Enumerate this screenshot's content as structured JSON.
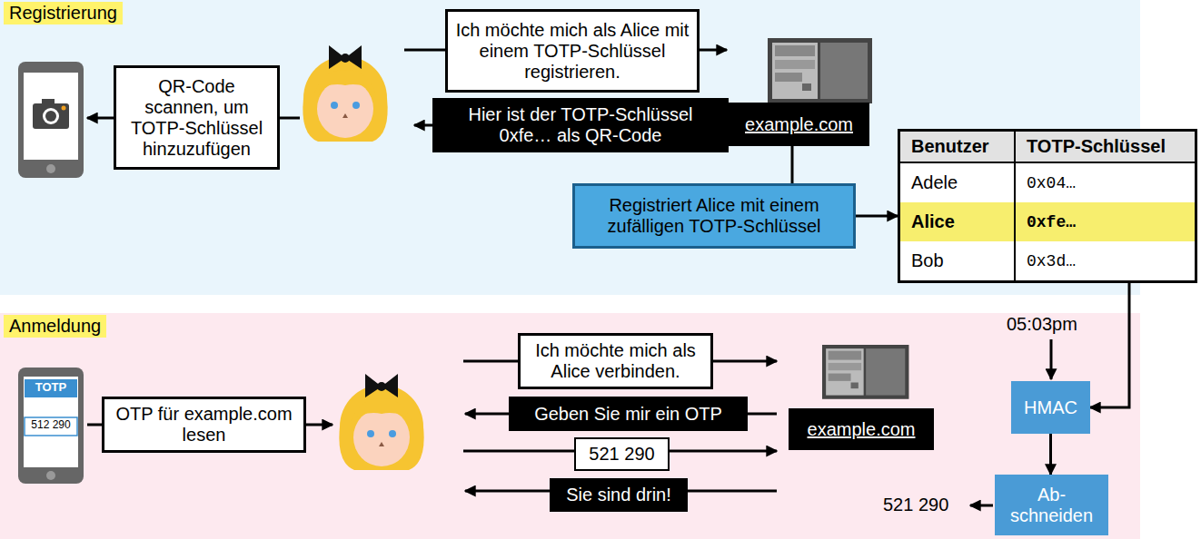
{
  "diagram": {
    "nodes": [
      {
        "text": [
          "Registrierung"
        ]
      },
      {
        "text": [
          "QR-Code scannen, um TOTP-Schlüssel hinzuzufügen"
        ],
        "in": 0
      },
      {
        "text": [
          "Ich möchte mich als Alice mit einem TOTP-Schlüssel registrieren."
        ],
        "in": 0
      },
      {
        "text": [
          "Hier ist der TOTP-Schlüssel 0xfe… als QR-Code"
        ],
        "in": 0
      },
      {
        "text": [
          "example.com"
        ],
        "in": 0
      },
      {
        "text": [
          "Registriert Alice mit einem zufälligen TOTP-Schlüssel"
        ],
        "in": 0
      },
      {
        "text": [
          "Benutzer",
          "TOTP-Schlüssel",
          "Adele",
          "0x04…",
          "Alice",
          "0xfe…",
          "Bob",
          "0x3d…"
        ]
      },
      {
        "text": [
          "Anmeldung"
        ]
      },
      {
        "text": [
          "OTP für example.com lesen"
        ],
        "in": 7
      },
      {
        "text": [
          "Ich möchte mich als Alice verbinden."
        ],
        "in": 7
      },
      {
        "text": [
          "Geben Sie mir ein OTP"
        ],
        "in": 7
      },
      {
        "text": [
          "521 290"
        ],
        "in": 7
      },
      {
        "text": [
          "Sie sind drin!"
        ],
        "in": 7
      },
      {
        "text": [
          "example.com"
        ],
        "in": 7
      },
      {
        "text": [
          "HMAC"
        ],
        "in": 7
      },
      {
        "text": [
          "Ab- schneiden"
        ],
        "in": 7
      }
    ],
    "edges": [
      {
        "from": 4,
        "to": 5,
        "arrow": "none"
      },
      {
        "from": 5,
        "to": 6,
        "arrow": "to"
      },
      {
        "from": 6,
        "to": 14,
        "arrow": "to"
      },
      {
        "from": 14,
        "to": 15,
        "arrow": "to"
      }
    ],
    "labels": [
      "05:03pm",
      "TOTP",
      "512 290",
      "521 290"
    ]
  }
}
